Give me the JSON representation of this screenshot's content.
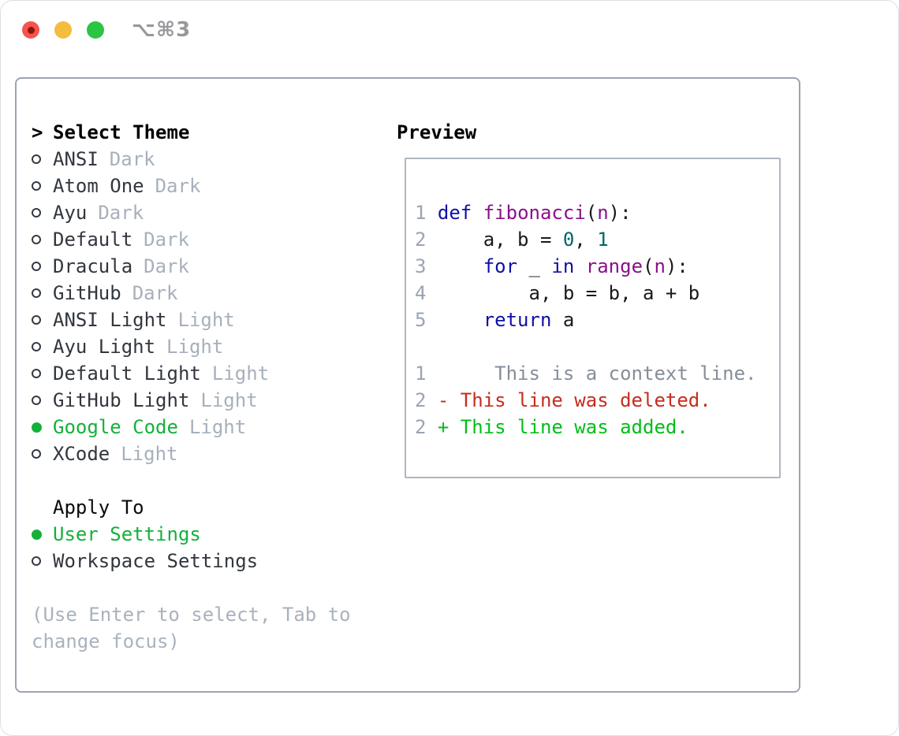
{
  "titlebar": {
    "shortcut": "⌥⌘3",
    "buttons": [
      {
        "name": "close",
        "has_dot": true
      },
      {
        "name": "minimize",
        "has_dot": false
      },
      {
        "name": "zoom",
        "has_dot": false
      }
    ]
  },
  "theme_panel": {
    "title_cursor": ">",
    "title": "Select Theme",
    "items": [
      {
        "label": "ANSI",
        "tag": "Dark",
        "selected": false
      },
      {
        "label": "Atom One",
        "tag": "Dark",
        "selected": false
      },
      {
        "label": "Ayu",
        "tag": "Dark",
        "selected": false
      },
      {
        "label": "Default",
        "tag": "Dark",
        "selected": false
      },
      {
        "label": "Dracula",
        "tag": "Dark",
        "selected": false
      },
      {
        "label": "GitHub",
        "tag": "Dark",
        "selected": false
      },
      {
        "label": "ANSI Light",
        "tag": "Light",
        "selected": false
      },
      {
        "label": "Ayu Light",
        "tag": "Light",
        "selected": false
      },
      {
        "label": "Default Light",
        "tag": "Light",
        "selected": false
      },
      {
        "label": "GitHub Light",
        "tag": "Light",
        "selected": false
      },
      {
        "label": "Google Code",
        "tag": "Light",
        "selected": true
      },
      {
        "label": "XCode",
        "tag": "Light",
        "selected": false
      }
    ],
    "apply_to": {
      "title": "Apply To",
      "options": [
        {
          "label": "User Settings",
          "selected": true
        },
        {
          "label": "Workspace Settings",
          "selected": false
        }
      ]
    },
    "hint_lines": [
      "(Use Enter to select, Tab to",
      "change focus)"
    ]
  },
  "preview": {
    "title": "Preview",
    "lines": [
      [
        [
          "ln",
          "1"
        ],
        [
          "pl",
          " "
        ],
        [
          "kw",
          "def"
        ],
        [
          "pl",
          " "
        ],
        [
          "fn",
          "fibonacci"
        ],
        [
          "pl",
          "("
        ],
        [
          "fn",
          "n"
        ],
        [
          "pl",
          "):"
        ]
      ],
      [
        [
          "ln",
          "2"
        ],
        [
          "pl",
          "     a, b = "
        ],
        [
          "nm",
          "0"
        ],
        [
          "pl",
          ", "
        ],
        [
          "nm",
          "1"
        ]
      ],
      [
        [
          "ln",
          "3"
        ],
        [
          "pl",
          "     "
        ],
        [
          "kw",
          "for"
        ],
        [
          "pl",
          " _ "
        ],
        [
          "kw",
          "in"
        ],
        [
          "pl",
          " "
        ],
        [
          "fn",
          "range"
        ],
        [
          "pl",
          "("
        ],
        [
          "fn",
          "n"
        ],
        [
          "pl",
          "):"
        ]
      ],
      [
        [
          "ln",
          "4"
        ],
        [
          "pl",
          "         a, b = b, a + b"
        ]
      ],
      [
        [
          "ln",
          "5"
        ],
        [
          "pl",
          "     "
        ],
        [
          "kw",
          "return"
        ],
        [
          "pl",
          " a"
        ]
      ],
      [],
      [
        [
          "ln",
          "1"
        ],
        [
          "ctx",
          "      This is a context line."
        ]
      ],
      [
        [
          "ln",
          "2"
        ],
        [
          "del",
          " - This line was deleted."
        ]
      ],
      [
        [
          "ln",
          "2"
        ],
        [
          "add",
          " + This line was added."
        ]
      ]
    ]
  },
  "colors": {
    "accent_green": "#14b13a",
    "tl_red": "#f4544d",
    "tl_red_dot": "#8c1408",
    "tl_yellow": "#f6bc3e",
    "tl_green": "#2bc443",
    "muted_title": "#97979c",
    "tag_gray": "#a7b0bc",
    "hint_gray": "#a9b2bd",
    "lineno_gray": "#9aa4b2",
    "context_gray": "#868e99",
    "keyword_blue": "#0f0fa8",
    "function_purple": "#8a118a",
    "number_teal": "#006666",
    "deleted_red": "#c72c1c",
    "added_green": "#00be19"
  }
}
